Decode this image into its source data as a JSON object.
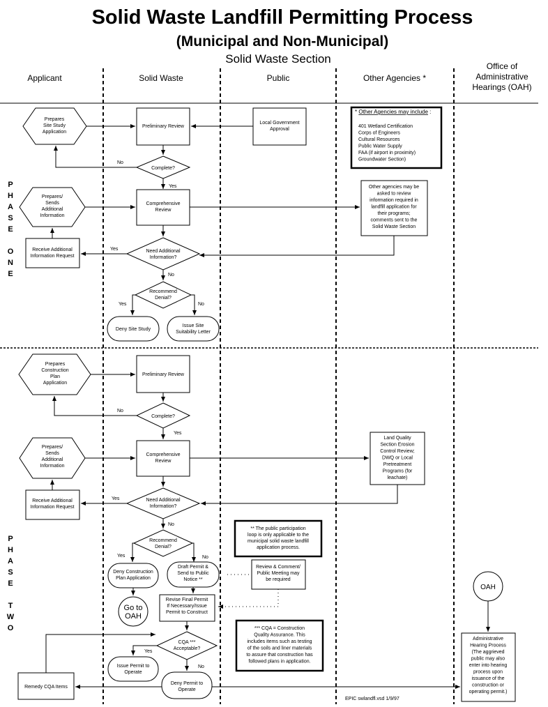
{
  "title": "Solid Waste Landfill Permitting Process",
  "subtitle": "(Municipal and Non-Municipal)",
  "section": "Solid Waste Section",
  "columns": [
    "Applicant",
    "Solid Waste",
    "Public",
    "Other Agencies *",
    [
      "Office of",
      "Administrative",
      "Hearings (OAH)"
    ]
  ],
  "phase_one_letters": [
    "P",
    "H",
    "A",
    "S",
    "E",
    "",
    "O",
    "N",
    "E"
  ],
  "phase_two_letters": [
    "P",
    "H",
    "A",
    "S",
    "E",
    "",
    "T",
    "W",
    "O"
  ],
  "p1": {
    "prepares_site": [
      "Prepares",
      "Site Study",
      "Application"
    ],
    "prelim": [
      "Preliminary Review"
    ],
    "local_gov": [
      "Local Government",
      "Approval"
    ],
    "agencies_head": "Other Agencies may include",
    "agencies_list": [
      "401 Wetland Certification",
      "Corps of Engineers",
      "Cultural Resources",
      "Public Water Supply",
      "FAA (if airport in proximity)",
      "Groundwater Section)"
    ],
    "complete": [
      "Complete?"
    ],
    "no": "No",
    "yes": "Yes",
    "prepares_add": [
      "Prepares/",
      "Sends",
      "Additional",
      "Information"
    ],
    "comp_review": [
      "Comprehensive",
      "Review"
    ],
    "other_agencies_note": [
      "Other agencies   may be",
      "asked to review",
      "information required in",
      "landfill application for",
      "their programs;",
      "comments sent to the",
      "Solid Waste Section"
    ],
    "receive_add": [
      "Receive Additional",
      "Information Request"
    ],
    "need_add": [
      "Need Additional",
      "Information?"
    ],
    "recommend": [
      "Recommend",
      "Denial?"
    ],
    "deny_site": [
      "Deny Site Study"
    ],
    "issue_site": [
      "Issue Site",
      "Suitability Letter"
    ]
  },
  "p2": {
    "prepares_cons": [
      "Prepares",
      "Construction",
      "Plan",
      "Application"
    ],
    "prelim": [
      "Preliminary Review"
    ],
    "complete": [
      "Complete?"
    ],
    "prepares_add": [
      "Prepares/",
      "Sends",
      "Additional",
      "Information"
    ],
    "comp_review": [
      "Comprehensive",
      "Review"
    ],
    "land_quality": [
      "Land Quality",
      "Section Erosion",
      "Control Review;",
      "DWQ or Local",
      "Pretreatment",
      "Programs (for",
      "leachate)"
    ],
    "receive_add": [
      "Receive Additional",
      "Information Request"
    ],
    "need_add": [
      "Need Additional",
      "Information?"
    ],
    "public_note": [
      "**  The public participation",
      "loop is only applicable to the",
      "municipal solid waste landfill",
      "application process."
    ],
    "recommend": [
      "Recommend",
      "Denial?"
    ],
    "deny_cons": [
      "Deny Construction",
      "Plan Application"
    ],
    "draft_permit": [
      "Draft Permit &",
      "Send to Public",
      "Notice **"
    ],
    "review_comment": [
      "Review & Comment/",
      "Public Meeting may",
      "be required"
    ],
    "go_oah": [
      "Go to",
      "OAH"
    ],
    "revise": [
      "Revise Final Permit",
      "If Necessary/Issue",
      "Permit to Construct"
    ],
    "oah": [
      "OAH"
    ],
    "cqa": [
      "CQA ***",
      "Acceptable?"
    ],
    "cqa_note": [
      "***  CQA = Construction",
      "Quality Assurance.  This",
      "includes items such as testing",
      "of the soils and liner materials",
      "to assure that construction has",
      "followed plans in application."
    ],
    "admin_hearing": [
      "Administrative",
      "Hearing Process",
      "(The aggrieved",
      "public may also",
      "enter into hearing",
      "process upon",
      "issuance of the",
      "construction or",
      "operating permit.)"
    ],
    "issue_operate": [
      "Issue Permit to",
      "Operate"
    ],
    "remedy": [
      "Remedy CQA Items"
    ],
    "deny_operate": [
      "Deny Permit to",
      "Operate"
    ],
    "footer": "EPIC  swlandfl.vsd 1/9/97"
  }
}
